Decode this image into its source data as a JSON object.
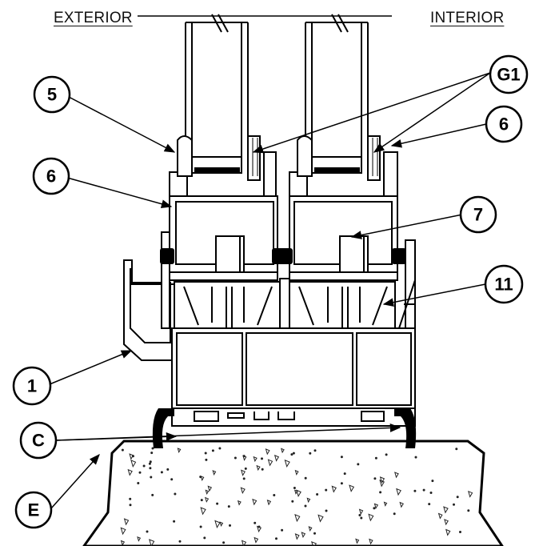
{
  "headers": {
    "left": "EXTERIOR",
    "right": "INTERIOR"
  },
  "callouts": [
    {
      "id": "g1",
      "label": "G1"
    },
    {
      "id": "5l",
      "label": "5"
    },
    {
      "id": "6r",
      "label": "6"
    },
    {
      "id": "6l",
      "label": "6"
    },
    {
      "id": "7",
      "label": "7"
    },
    {
      "id": "11",
      "label": "11"
    },
    {
      "id": "1",
      "label": "1"
    },
    {
      "id": "c",
      "label": "C"
    },
    {
      "id": "e",
      "label": "E"
    }
  ]
}
